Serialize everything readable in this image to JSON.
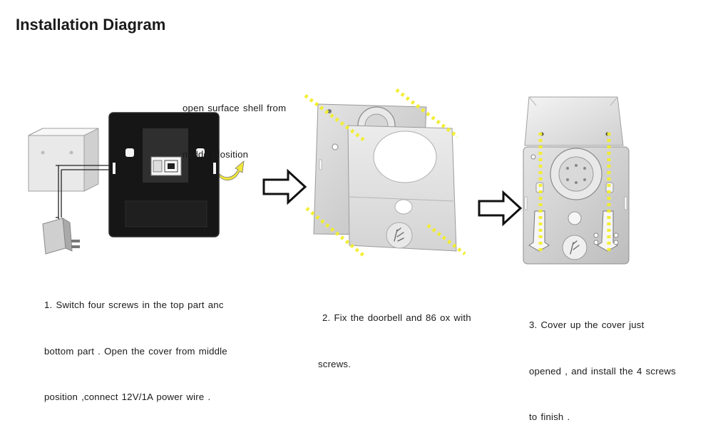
{
  "title": "Installation Diagram",
  "note": {
    "lines": [
      "open surface shell from",
      "midde plosition"
    ]
  },
  "steps": [
    {
      "lines": [
        "1. Switch four screws in the top part anc",
        "bottom part . Open the cover from middle",
        "position ,connect 12V/1A power wire ."
      ]
    },
    {
      "lines": [
        "2. Fix the doorbell and 86 ox with",
        "screws."
      ]
    },
    {
      "lines": [
        "3. Cover up the cover just",
        "opened , and install the 4 screws",
        "to finish ."
      ]
    }
  ],
  "colors": {
    "device_black": "#161616",
    "plate_gray": "#d8d8d8",
    "screw_highlight": "#f2ee2a",
    "arrow_yellow": "#f0e63a"
  },
  "icons": [
    "curved-arrow-icon",
    "right-arrow-icon",
    "power-adapter-icon",
    "hand-pointer-icon"
  ]
}
